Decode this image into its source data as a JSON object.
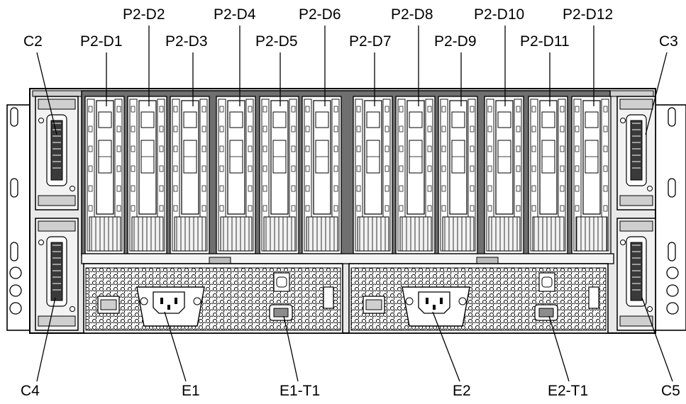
{
  "drive_labels": [
    "P2-D1",
    "P2-D2",
    "P2-D3",
    "P2-D4",
    "P2-D5",
    "P2-D6",
    "P2-D7",
    "P2-D8",
    "P2-D9",
    "P2-D10",
    "P2-D11",
    "P2-D12"
  ],
  "connector_labels": {
    "c2": "C2",
    "c3": "C3",
    "c4": "C4",
    "c5": "C5"
  },
  "power_labels": {
    "e1": "E1",
    "e1_t1": "E1-T1",
    "e2": "E2",
    "e2_t1": "E2-T1"
  },
  "colors": {
    "line": "#000000",
    "fill_light": "#ffffff",
    "fill_gray": "#d9d9d9",
    "fill_dark": "#8c8c8c"
  }
}
